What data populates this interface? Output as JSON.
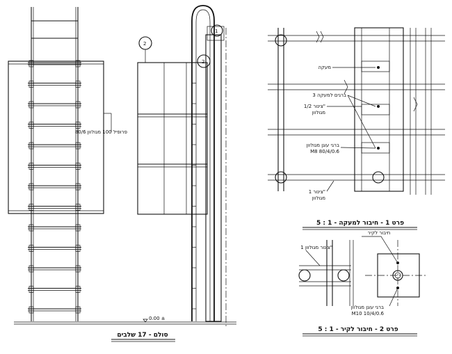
{
  "ladder_view": {
    "detail_marker_1": "1",
    "detail_marker_2": "2",
    "section_marker": "2",
    "floor_level_label": "0.00 ±",
    "beam_note": "פרופיל 100 מגולוון 80/6",
    "title": "סולם - 17 שלבים"
  },
  "detail_1": {
    "label_grating": "מעקה",
    "label_bolts": "3 ברגים למעקה",
    "label_pipe_line1": "צינור 1/2\"",
    "label_pipe_line2": "מגולוון",
    "label_bolt_line1": "ברגי עוגן מגולוון",
    "label_bolt_line2": "M8  80/4/0.6",
    "label_pipe2_line1": "צינור 1\"",
    "label_pipe2_line2": "מגולוון",
    "title": "פרט 1 - חיבור למעקה - 1 : 5"
  },
  "detail_2": {
    "label_wall_anchor": "חיבור לקיר",
    "label_pipe": "צינור מגולוון 1\"",
    "label_bolt_line1": "ברגי עוגן מגולוון",
    "label_bolt_line2": "M10  10/4/0.6",
    "title": "פרט 2 - חיבור לקיר - 1 : 5"
  }
}
